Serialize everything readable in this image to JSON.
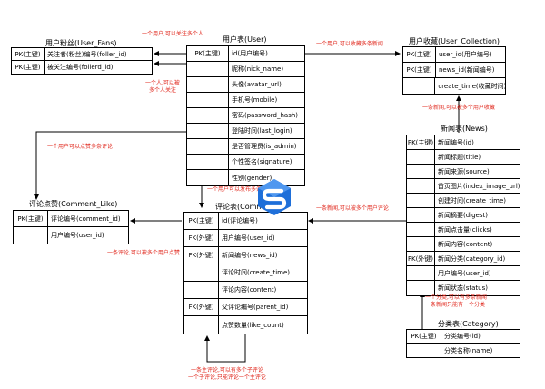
{
  "tables": {
    "user_fans": {
      "title": "用户粉丝(User_Fans)",
      "rows": [
        {
          "key": "PK(主键)",
          "field": "关注者(粉丝)编号(foller_id)"
        },
        {
          "key": "PK(主键)",
          "field": "被关注编号(follerd_id)"
        }
      ]
    },
    "user": {
      "title": "用户表(User)",
      "rows": [
        {
          "key": "PK(主键)",
          "field": "id(用户编号)"
        },
        {
          "key": "",
          "field": "昵称(nick_name)"
        },
        {
          "key": "",
          "field": "头像(avatar_url)"
        },
        {
          "key": "",
          "field": "手机号(mobile)"
        },
        {
          "key": "",
          "field": "密码(password_hash)"
        },
        {
          "key": "",
          "field": "登陆时间(last_login)"
        },
        {
          "key": "",
          "field": "是否管理员(is_admin)"
        },
        {
          "key": "",
          "field": "个性签名(signature)"
        },
        {
          "key": "",
          "field": "性别(gender)"
        }
      ]
    },
    "user_collection": {
      "title": "用户收藏(User_Collection)",
      "rows": [
        {
          "key": "PK(主键)",
          "field": "user_id(用户编号)"
        },
        {
          "key": "PK(主键)",
          "field": "news_id(新闻编号)"
        },
        {
          "key": "",
          "field": "create_time(收藏时间)"
        }
      ]
    },
    "news": {
      "title": "新闻表(News)",
      "rows": [
        {
          "key": "PK(主键)",
          "field": "新闻编号(id)"
        },
        {
          "key": "",
          "field": "新闻标题(title)"
        },
        {
          "key": "",
          "field": "新闻来源(source)"
        },
        {
          "key": "",
          "field": "首页图片(index_image_url)"
        },
        {
          "key": "",
          "field": "创建时间(create_time)"
        },
        {
          "key": "",
          "field": "新闻摘要(digest)"
        },
        {
          "key": "",
          "field": "新闻点击量(clicks)"
        },
        {
          "key": "",
          "field": "新闻内容(content)"
        },
        {
          "key": "FK(外键)",
          "field": "新闻分类(category_id)"
        },
        {
          "key": "",
          "field": "用户编号(user_id)"
        },
        {
          "key": "",
          "field": "新闻状态(status)"
        }
      ]
    },
    "comment_like": {
      "title": "评论点赞(Comment_Like)",
      "rows": [
        {
          "key": "PK(主键)",
          "field": "评论编号(comment_id)"
        },
        {
          "key": "",
          "field": "用户编号(user_id)"
        }
      ]
    },
    "comment": {
      "title": "评论表(Comment)",
      "rows": [
        {
          "key": "PK(主键)",
          "field": "id(评论编号)"
        },
        {
          "key": "FK(外键)",
          "field": "用户编号(user_id)"
        },
        {
          "key": "FK(外键)",
          "field": "新闻编号(news_id)"
        },
        {
          "key": "",
          "field": "评论时间(create_time)"
        },
        {
          "key": "",
          "field": "评论内容(content)"
        },
        {
          "key": "FK(外键)",
          "field": "父评论编号(parent_id)"
        },
        {
          "key": "",
          "field": "点赞数量(like_count)"
        }
      ]
    },
    "category": {
      "title": "分类表(Category)",
      "rows": [
        {
          "key": "PK(主键)",
          "field": "分类编号(id)"
        },
        {
          "key": "",
          "field": "分类名称(name)"
        }
      ]
    }
  },
  "notes": {
    "fans_1": "一个用户,可以关注多个人",
    "fans_2": "一个人,可以被\n多个人关注",
    "collect_user": "一个用户,可以收藏多条新闻",
    "collect_news": "一条新闻,可以被多个用户收藏",
    "like_user": "一个用户可以点赞多条评论",
    "comment_user": "一个用户可以发布多条评论",
    "comment_news": "一条新闻,可以被多个用户评论",
    "like_comment": "一条评论,可以被多个用户点赞",
    "category": "一个分类,可以有多条新闻\n一条新闻只能有一个分类",
    "parent": "一条主评论,可以有多个子评论\n一个子评论,只能评论一个主评论"
  },
  "colors": {
    "note": "#e0261b",
    "logo_blue": "#1e6fd9",
    "logo_dark": "#0b3f8c"
  },
  "logo_icon": "brand-s-logo"
}
